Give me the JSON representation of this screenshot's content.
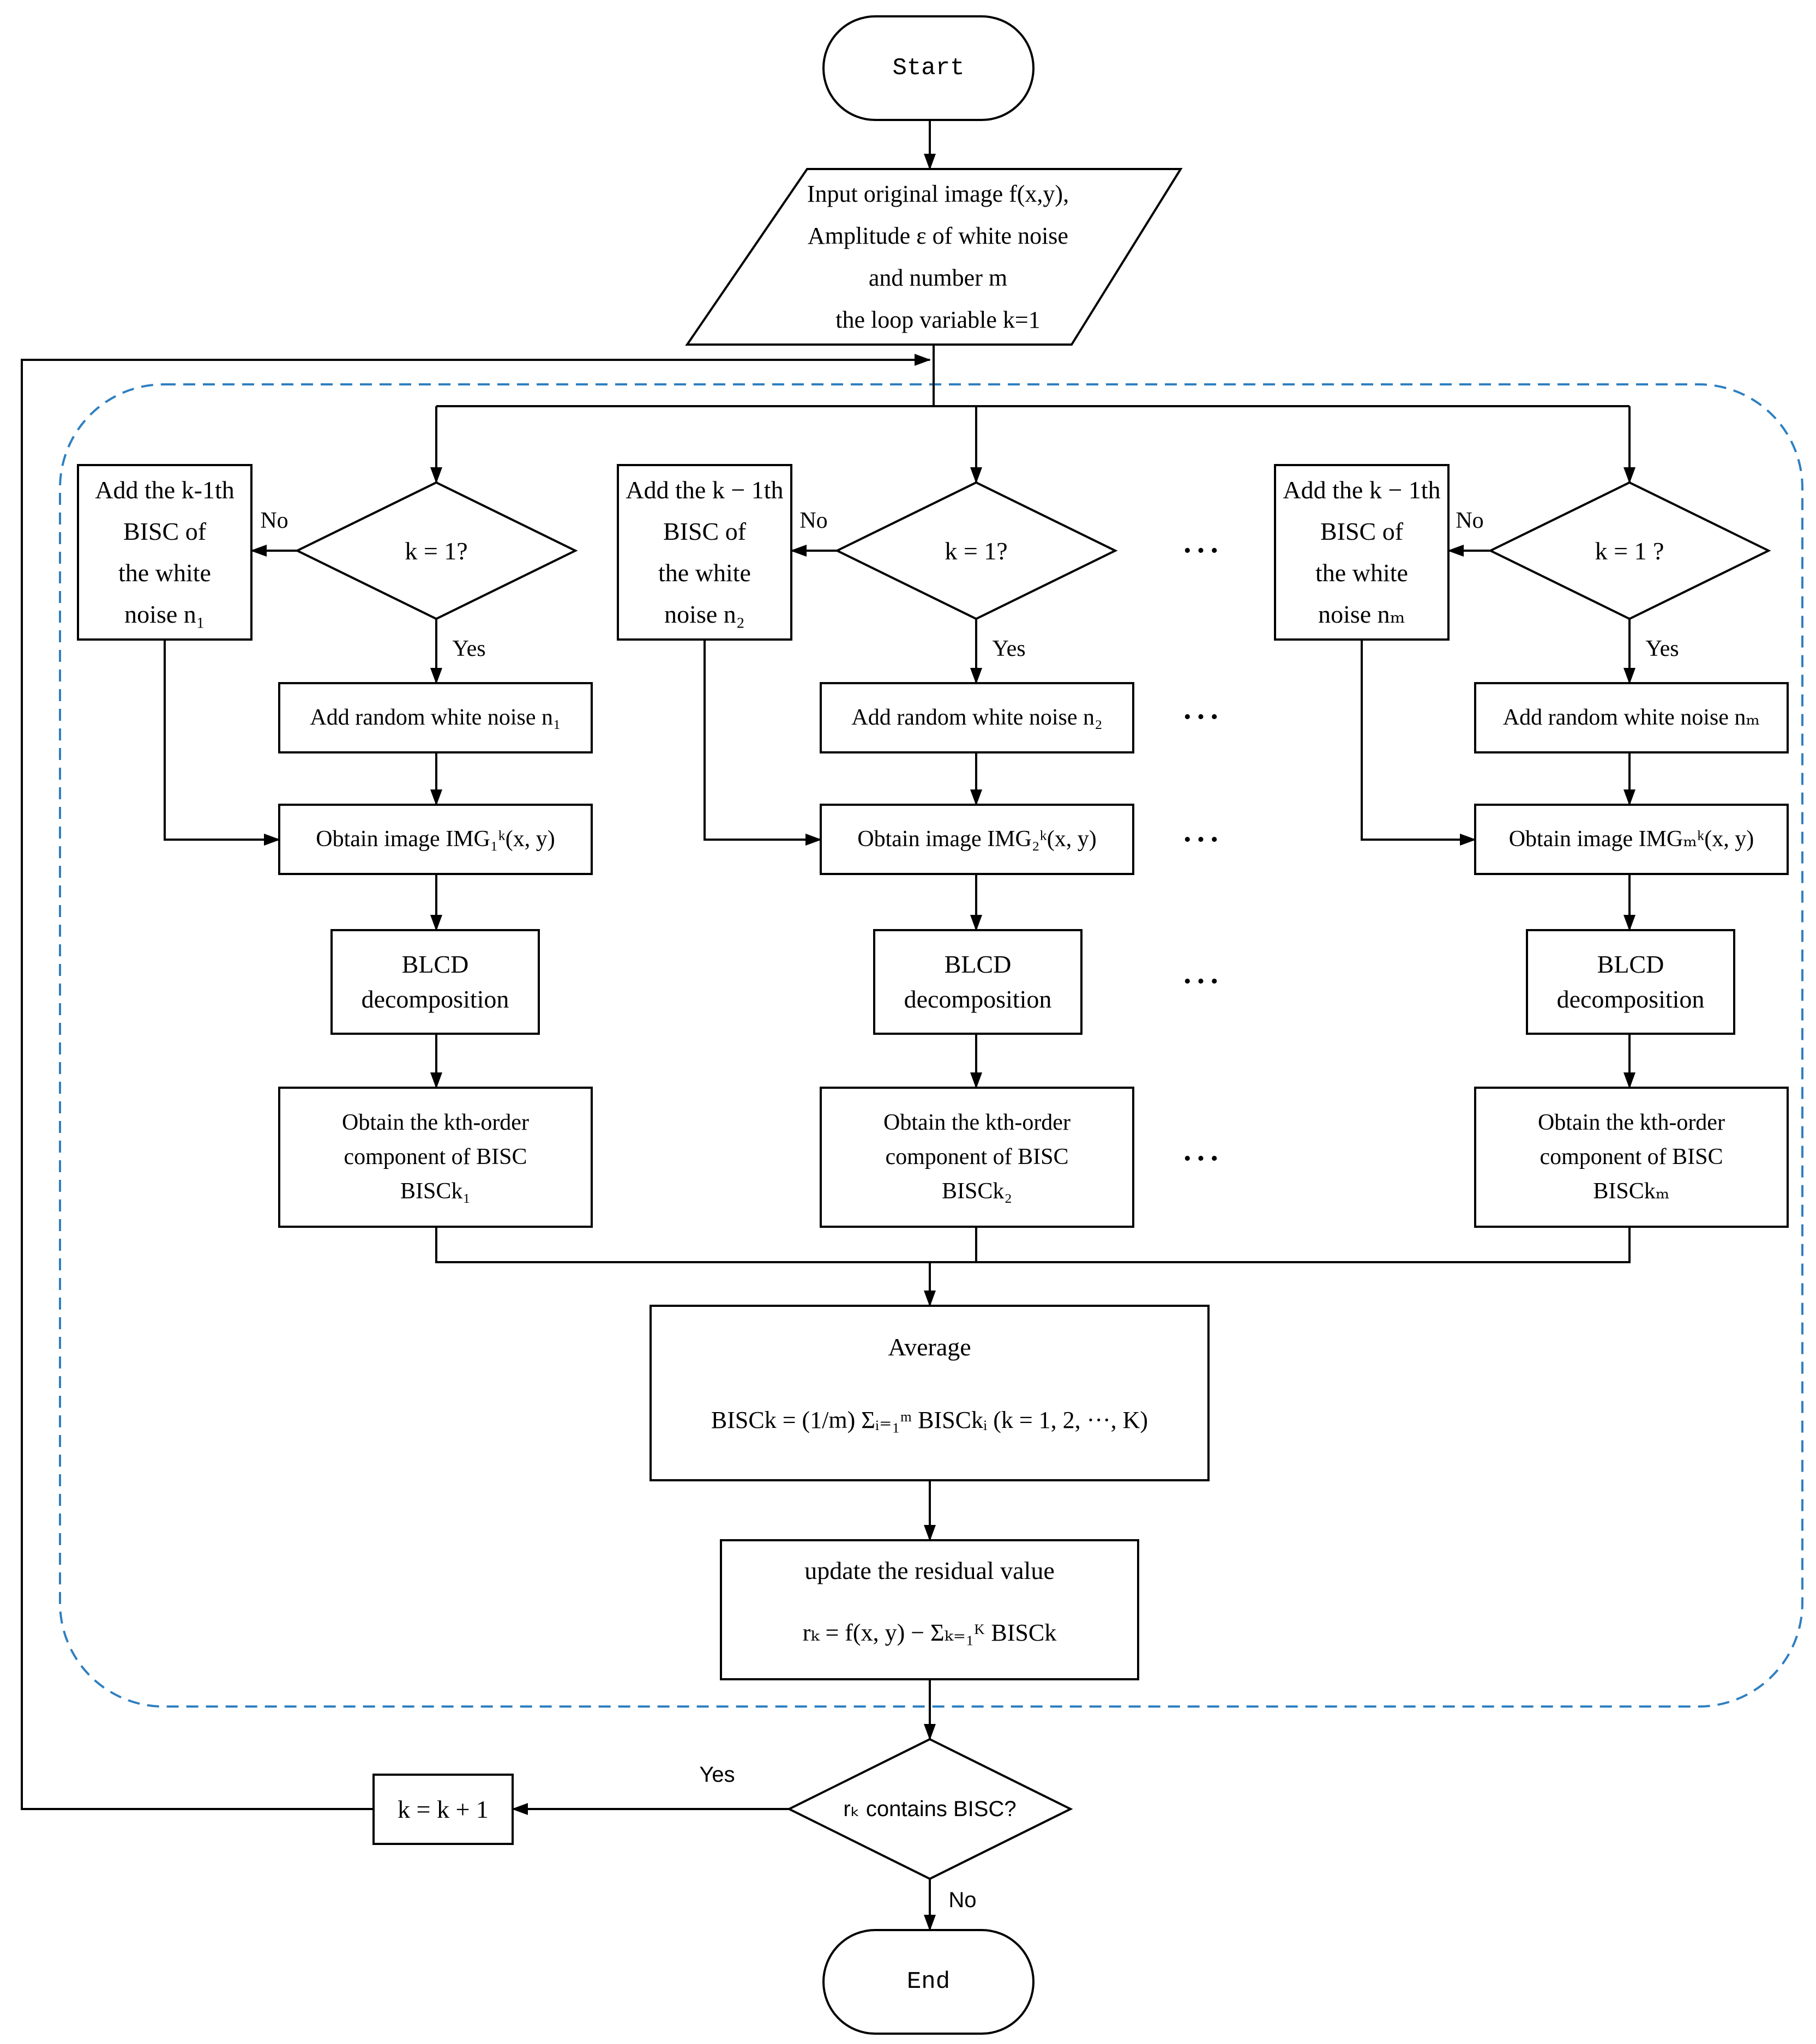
{
  "nodes": {
    "start": "Start",
    "input": "Input original image f(x,y),\nAmplitude ε of white noise\nand number m\nthe loop variable k=1",
    "decision": [
      "k = 1?",
      "k = 1?",
      "k = 1 ?"
    ],
    "add_bisc": [
      "Add the k-1th\nBISC  of\nthe white\nnoise n₁",
      "Add the k − 1th\nBISC  of\nthe white\nnoise n₂",
      "Add the k − 1th\nBISC  of\nthe white\nnoise nₘ"
    ],
    "add_noise": [
      "Add random white noise n₁",
      "Add random white noise n₂",
      "Add random white noise nₘ"
    ],
    "obtain_image": [
      "Obtain image IMG₁ᵏ(x, y)",
      "Obtain image IMG₂ᵏ(x, y)",
      "Obtain image IMGₘᵏ(x, y)"
    ],
    "blcd": [
      "BLCD\ndecomposition",
      "BLCD\ndecomposition",
      "BLCD\ndecomposition"
    ],
    "component": [
      "Obtain the kth-order\ncomponent of BISC\nBISCk₁",
      "Obtain the kth-order\ncomponent of BISC\nBISCk₂",
      "Obtain the kth-order\ncomponent of BISC\nBISCkₘ"
    ],
    "average_title": "Average",
    "average_formula": "BISCk = (1/m) Σᵢ₌₁ᵐ BISCkᵢ (k = 1, 2, ···, K)",
    "residual_title": "update the residual value",
    "residual_formula": "rₖ = f(x, y) − Σₖ₌₁ᴷ BISCk",
    "residual_decision": "rₖ  contains BISC?",
    "increment": "k = k + 1",
    "end": "End"
  },
  "edge_labels": {
    "no": "No",
    "yes": "Yes"
  },
  "ellipsis": "···",
  "colors": {
    "stroke": "#000000",
    "dashed_region": "#2f7fc0"
  }
}
